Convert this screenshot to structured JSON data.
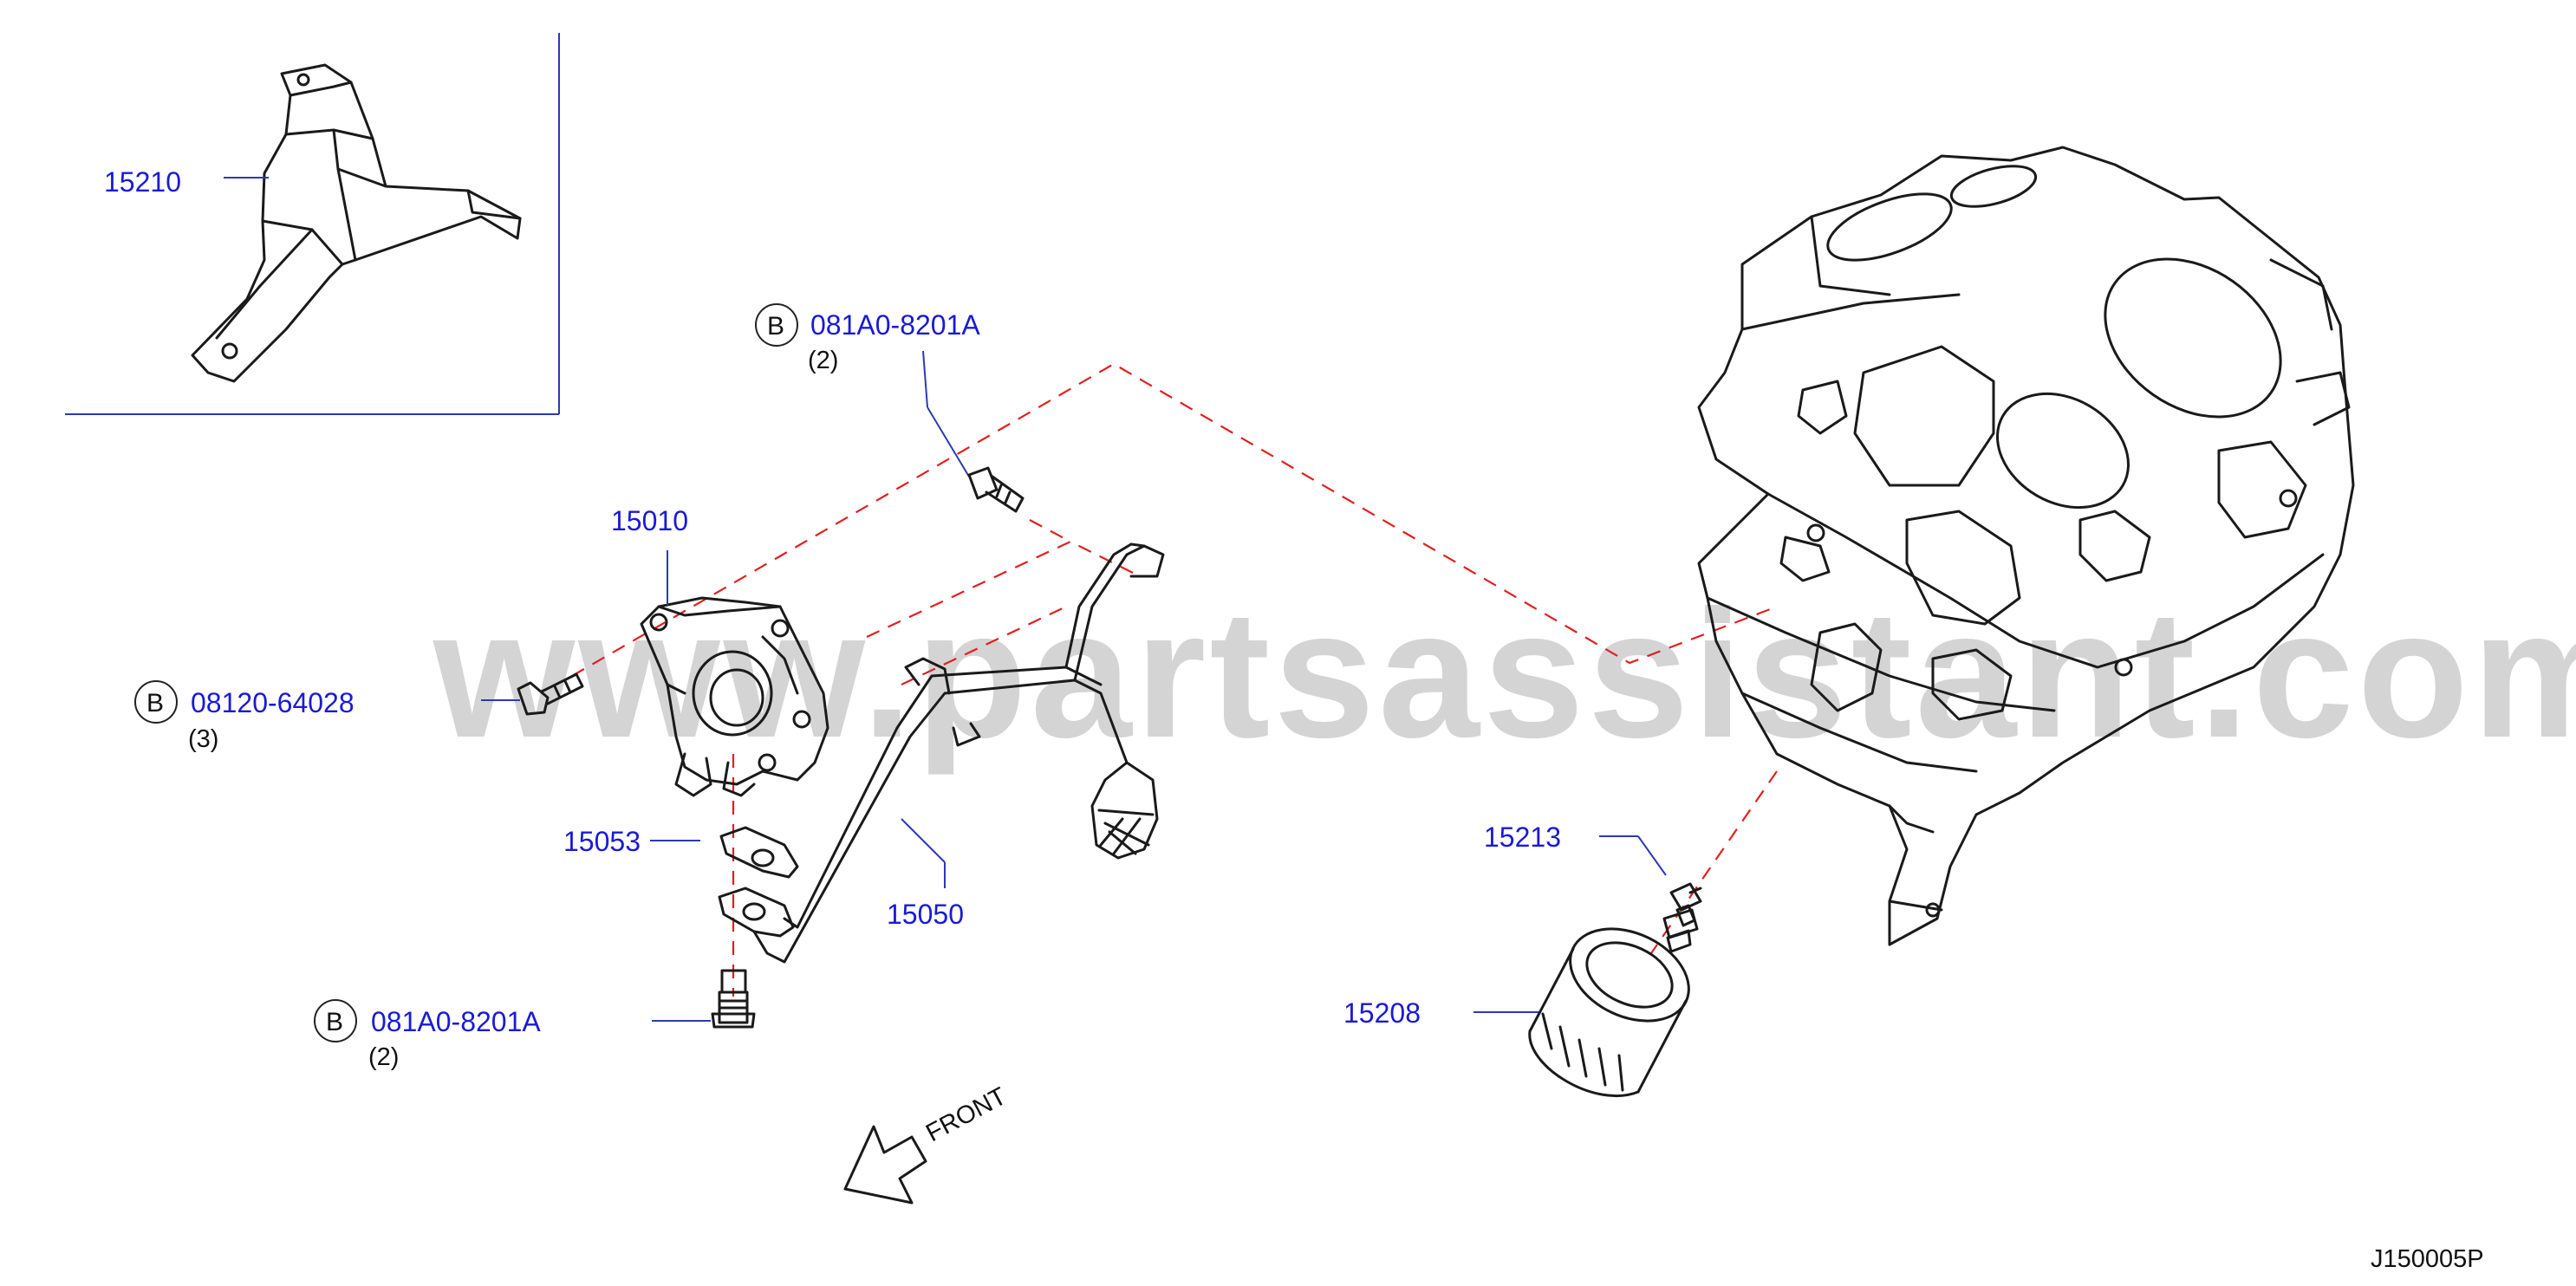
{
  "watermark": "www.partsassistant.com",
  "figure_code": "J150005P",
  "direction_label": "FRONT",
  "callouts": [
    {
      "id": "c15210",
      "part_no": "15210"
    },
    {
      "id": "c081a0_top",
      "ref": "B",
      "part_no": "081A0-8201A",
      "qty": "(2)"
    },
    {
      "id": "c15010",
      "part_no": "15010"
    },
    {
      "id": "c08120",
      "ref": "B",
      "part_no": "08120-64028",
      "qty": "(3)"
    },
    {
      "id": "c15053",
      "part_no": "15053"
    },
    {
      "id": "c15050",
      "part_no": "15050"
    },
    {
      "id": "c081a0_bottom",
      "ref": "B",
      "part_no": "081A0-8201A",
      "qty": "(2)"
    },
    {
      "id": "c15213",
      "part_no": "15213"
    },
    {
      "id": "c15208",
      "part_no": "15208"
    }
  ],
  "colors": {
    "part_number": "#1a1ad6",
    "leader": "#2b3bb0",
    "dashed_reference": "#e02020",
    "line_art": "#1a1a1a",
    "watermark": "#d4d4d4"
  }
}
